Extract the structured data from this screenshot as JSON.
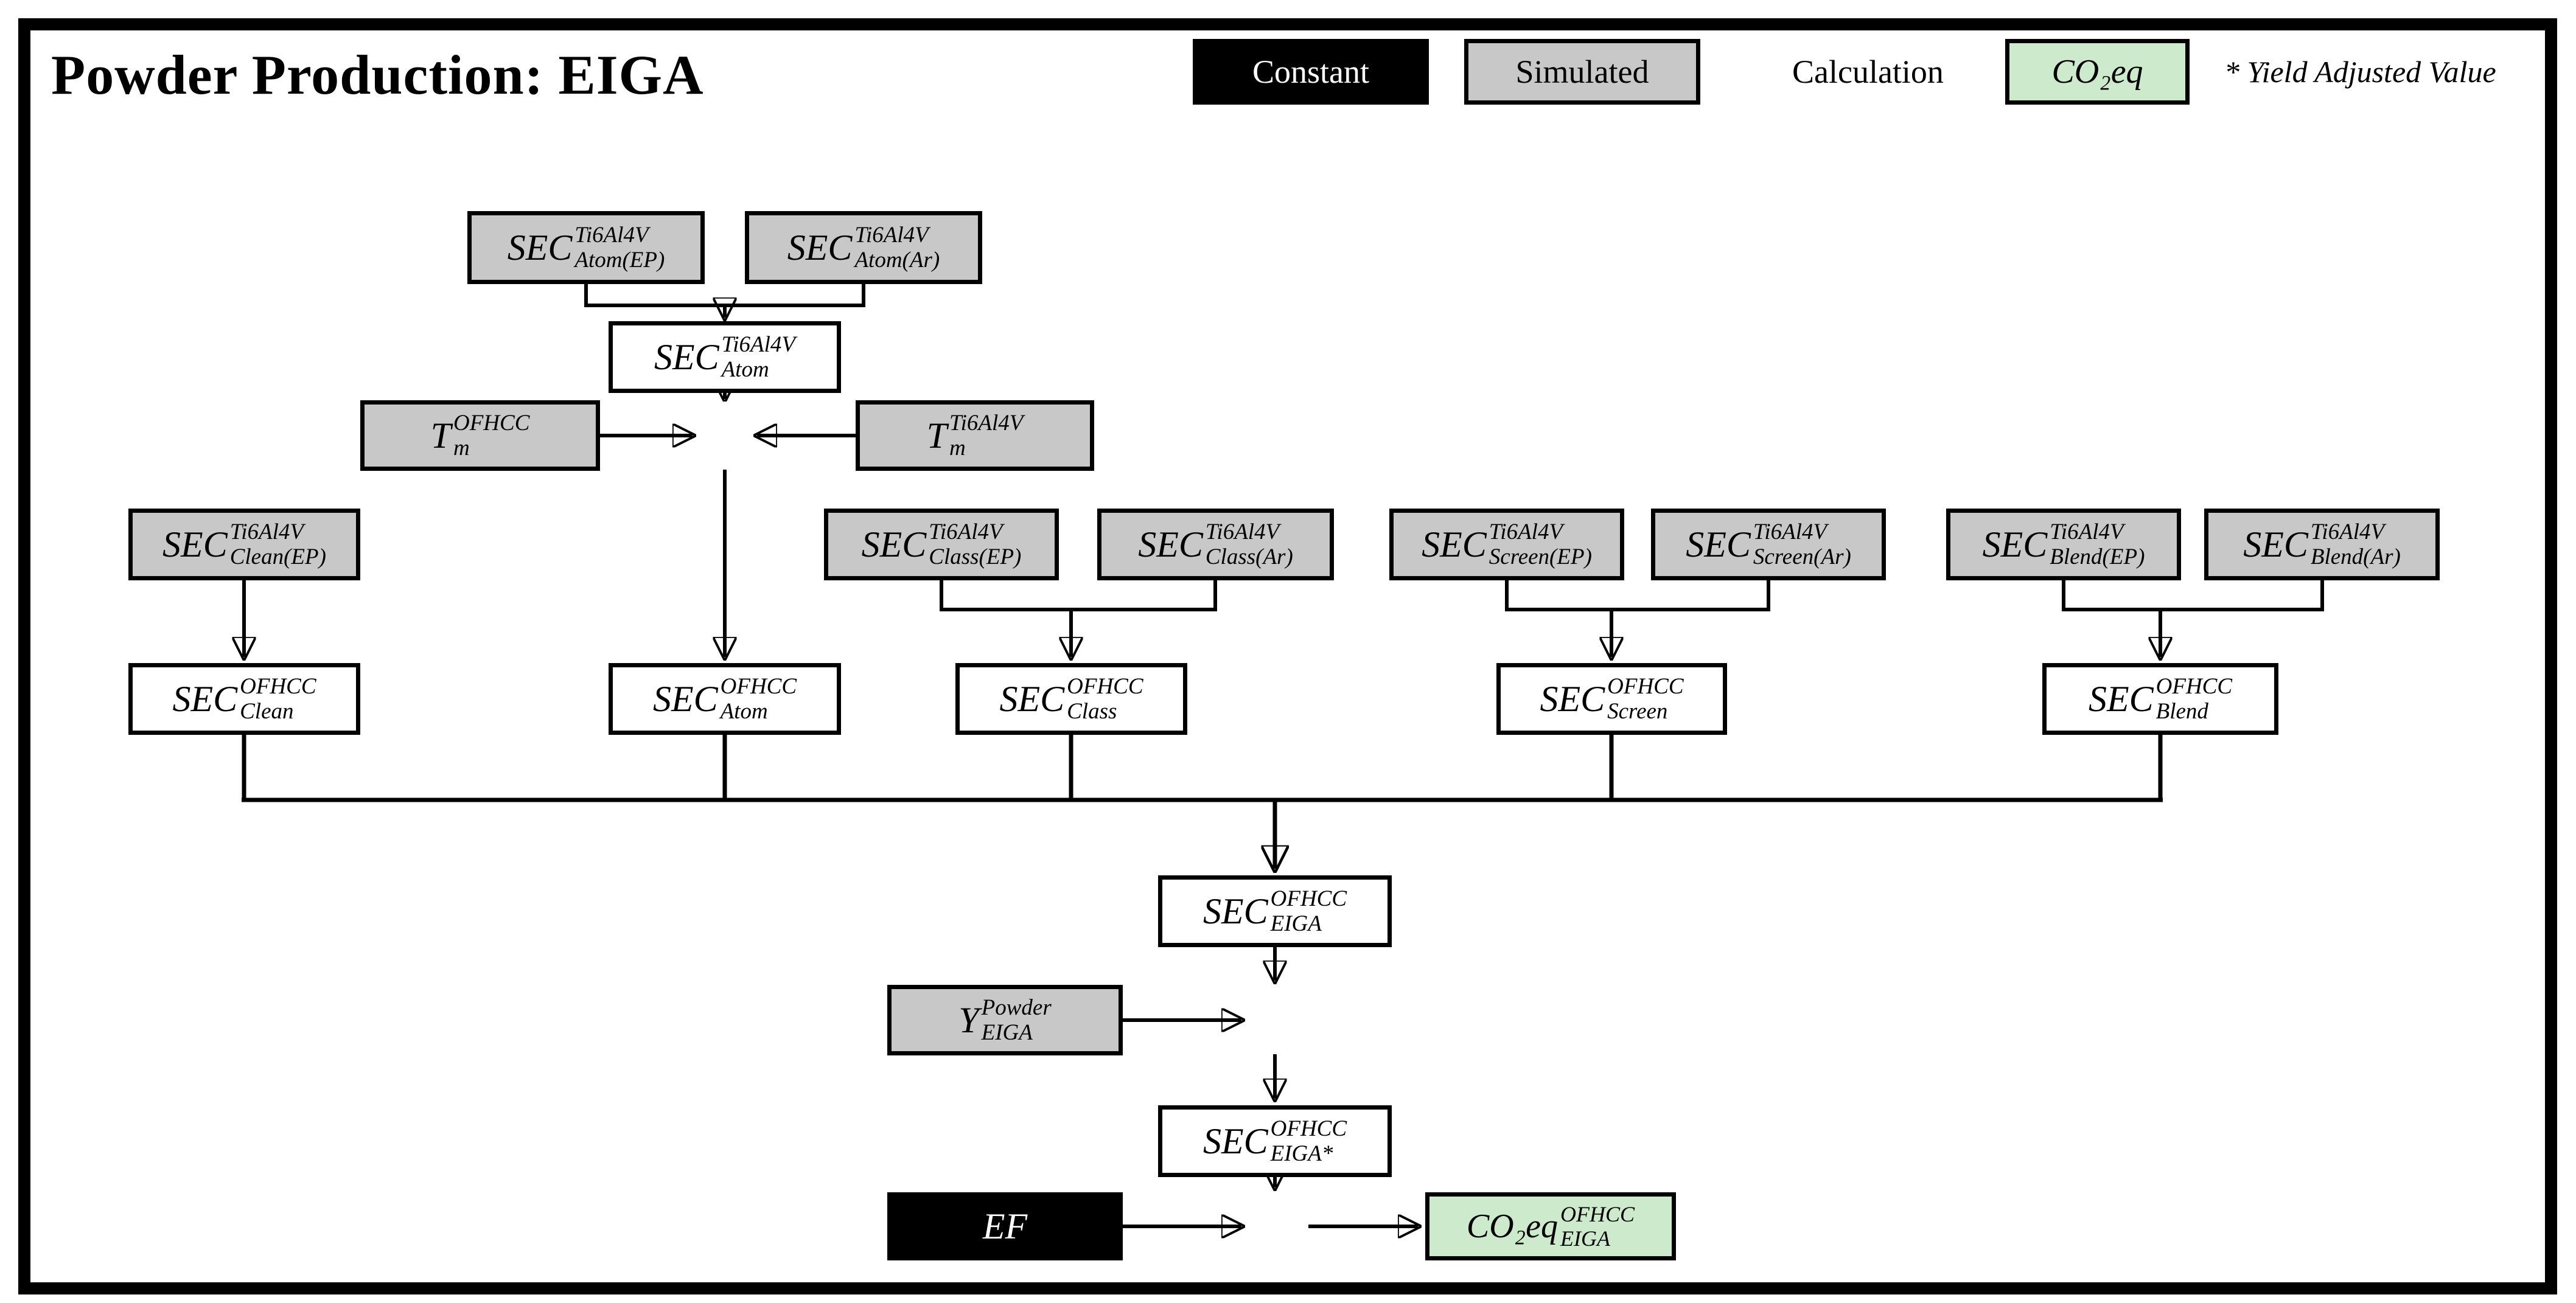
{
  "title": "Powder Production: EIGA",
  "legend": {
    "constant_label": "Constant",
    "simulated_label": "Simulated",
    "calculation_label": "Calculation",
    "co2eq_label": "CO₂eq",
    "note": "* Yield Adjusted Value"
  },
  "colors": {
    "constant_bg": "#000000",
    "simulated_bg": "#c8c8c8",
    "calculation_fill": "#ffffff",
    "co2eq_bg": "#cdeacd",
    "line": "#000000"
  },
  "nodes": {
    "atom_ep": {
      "base": "SEC",
      "sup": "Ti6Al4V",
      "sub": "Atom(EP)",
      "kind": "simulated"
    },
    "atom_ar": {
      "base": "SEC",
      "sup": "Ti6Al4V",
      "sub": "Atom(Ar)",
      "kind": "simulated"
    },
    "atom_calc": {
      "base": "SEC",
      "sup": "Ti6Al4V",
      "sub": "Atom",
      "kind": "calculated"
    },
    "tm_ofhcc": {
      "base": "T",
      "sup": "OFHCC",
      "sub": "m",
      "kind": "simulated"
    },
    "tm_ti6al4v": {
      "base": "T",
      "sup": "Ti6Al4V",
      "sub": "m",
      "kind": "simulated"
    },
    "clean_ep": {
      "base": "SEC",
      "sup": "Ti6Al4V",
      "sub": "Clean(EP)",
      "kind": "simulated"
    },
    "class_ep": {
      "base": "SEC",
      "sup": "Ti6Al4V",
      "sub": "Class(EP)",
      "kind": "simulated"
    },
    "class_ar": {
      "base": "SEC",
      "sup": "Ti6Al4V",
      "sub": "Class(Ar)",
      "kind": "simulated"
    },
    "screen_ep": {
      "base": "SEC",
      "sup": "Ti6Al4V",
      "sub": "Screen(EP)",
      "kind": "simulated"
    },
    "screen_ar": {
      "base": "SEC",
      "sup": "Ti6Al4V",
      "sub": "Screen(Ar)",
      "kind": "simulated"
    },
    "blend_ep": {
      "base": "SEC",
      "sup": "Ti6Al4V",
      "sub": "Blend(EP)",
      "kind": "simulated"
    },
    "blend_ar": {
      "base": "SEC",
      "sup": "Ti6Al4V",
      "sub": "Blend(Ar)",
      "kind": "simulated"
    },
    "clean_ofhcc": {
      "base": "SEC",
      "sup": "OFHCC",
      "sub": "Clean",
      "kind": "calculated"
    },
    "atom_ofhcc": {
      "base": "SEC",
      "sup": "OFHCC",
      "sub": "Atom",
      "kind": "calculated"
    },
    "class_ofhcc": {
      "base": "SEC",
      "sup": "OFHCC",
      "sub": "Class",
      "kind": "calculated"
    },
    "screen_ofhcc": {
      "base": "SEC",
      "sup": "OFHCC",
      "sub": "Screen",
      "kind": "calculated"
    },
    "blend_ofhcc": {
      "base": "SEC",
      "sup": "OFHCC",
      "sub": "Blend",
      "kind": "calculated"
    },
    "eiga_ofhcc": {
      "base": "SEC",
      "sup": "OFHCC",
      "sub": "EIGA",
      "kind": "calculated"
    },
    "y_powder": {
      "base": "Y",
      "sup": "Powder",
      "sub": "EIGA",
      "kind": "simulated"
    },
    "eiga_star": {
      "base": "SEC",
      "sup": "OFHCC",
      "sub": "EIGA*",
      "kind": "calculated"
    },
    "ef": {
      "base": "EF",
      "kind": "constant"
    },
    "co2eq_out": {
      "base": "CO₂eq",
      "sup": "OFHCC",
      "sub": "EIGA",
      "kind": "co2eq"
    }
  }
}
